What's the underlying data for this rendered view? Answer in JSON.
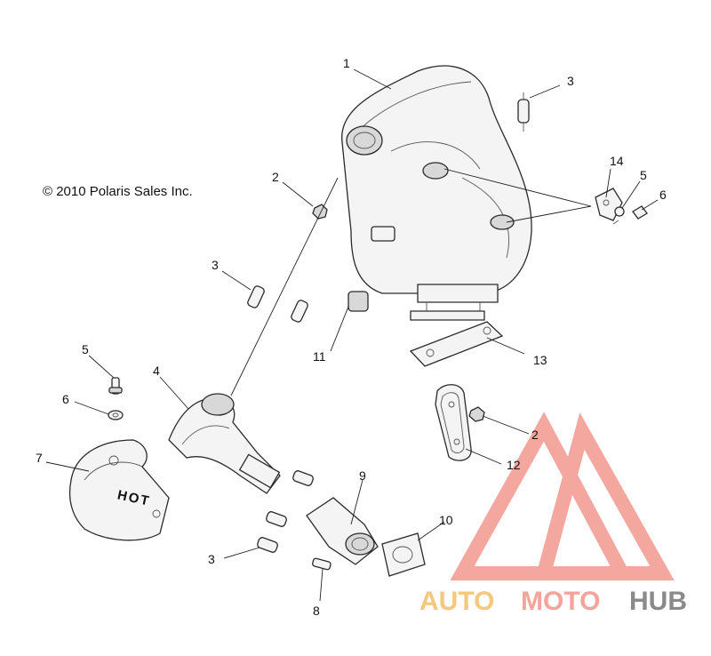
{
  "copyright": "© 2010 Polaris Sales Inc.",
  "part_label": "HOT",
  "callouts": {
    "c1": "1",
    "c2a": "2",
    "c2b": "2",
    "c3a": "3",
    "c3b": "3",
    "c3c": "3",
    "c4": "4",
    "c5a": "5",
    "c5b": "5",
    "c6a": "6",
    "c6b": "6",
    "c7": "7",
    "c8": "8",
    "c9": "9",
    "c10": "10",
    "c11": "11",
    "c12": "12",
    "c13": "13",
    "c14": "14"
  },
  "watermark": {
    "part1": "AUTO",
    "part2": "MOTO",
    "part3": "HUB"
  },
  "colors": {
    "line": "#2a2a2a",
    "watermark_red": "#f08a80",
    "watermark_orange": "#f6c77e",
    "watermark_gray": "#8a8a8a"
  }
}
